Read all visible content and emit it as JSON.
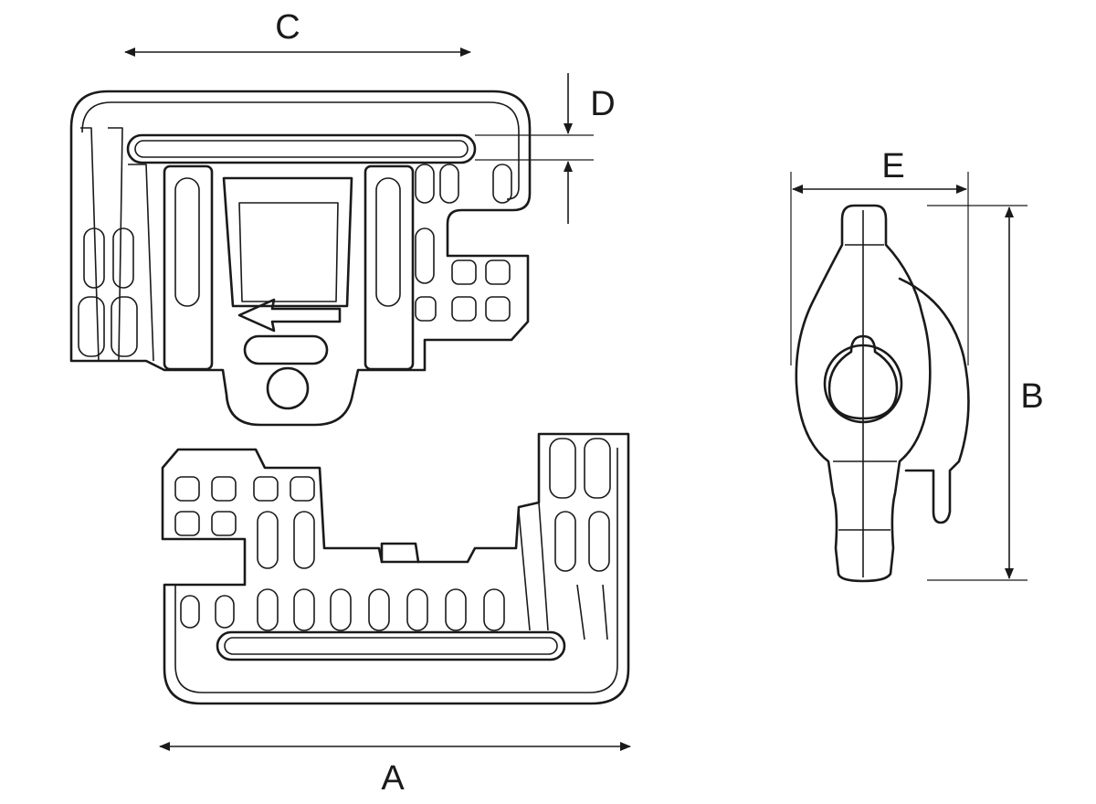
{
  "diagram": {
    "labels": {
      "A": "A",
      "B": "B",
      "C": "C",
      "D": "D",
      "E": "E"
    },
    "colors": {
      "line": "#1a1a1a",
      "background": "#ffffff"
    }
  }
}
